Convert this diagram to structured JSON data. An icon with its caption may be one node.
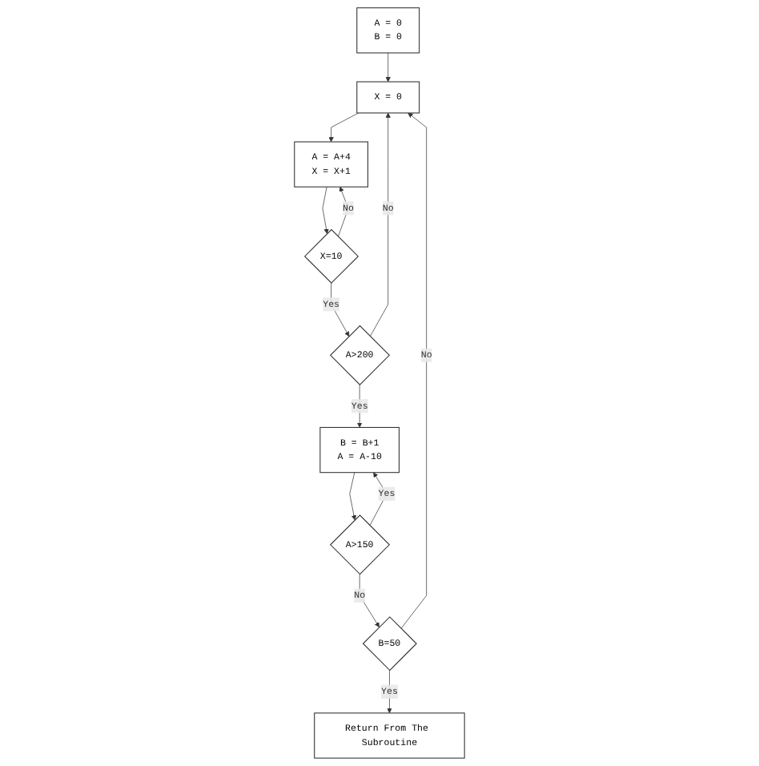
{
  "diagram": {
    "nodes": [
      {
        "text": [
          "A = 0",
          "B = 0"
        ]
      },
      {
        "text": [
          "X = 0"
        ]
      },
      {
        "text": [
          "A = A+4",
          "X = X+1"
        ]
      },
      {
        "text": [
          "X=10"
        ]
      },
      {
        "text": [
          "A>200"
        ]
      },
      {
        "text": [
          "B = B+1",
          "A = A-10"
        ]
      },
      {
        "text": [
          "A>150"
        ]
      },
      {
        "text": [
          "B=50"
        ]
      },
      {
        "text": [
          "Return From The Subroutine"
        ]
      }
    ],
    "edges": [
      {
        "from": 0,
        "to": 1,
        "arrow": "to"
      },
      {
        "from": 1,
        "to": 2,
        "arrow": "to"
      },
      {
        "from": 2,
        "to": 3,
        "arrow": "to"
      },
      {
        "from": 3,
        "to": 2,
        "arrow": "to",
        "label": "No"
      },
      {
        "from": 3,
        "to": 4,
        "arrow": "to",
        "label": "Yes"
      },
      {
        "from": 4,
        "to": 1,
        "arrow": "to",
        "label": "No"
      },
      {
        "from": 4,
        "to": 5,
        "arrow": "to",
        "label": "Yes"
      },
      {
        "from": 5,
        "to": 6,
        "arrow": "to"
      },
      {
        "from": 6,
        "to": 5,
        "arrow": "to",
        "label": "Yes"
      },
      {
        "from": 6,
        "to": 7,
        "arrow": "to",
        "label": "No"
      },
      {
        "from": 7,
        "to": 1,
        "arrow": "to",
        "label": "No"
      },
      {
        "from": 7,
        "to": 8,
        "arrow": "to",
        "label": "Yes"
      }
    ]
  }
}
